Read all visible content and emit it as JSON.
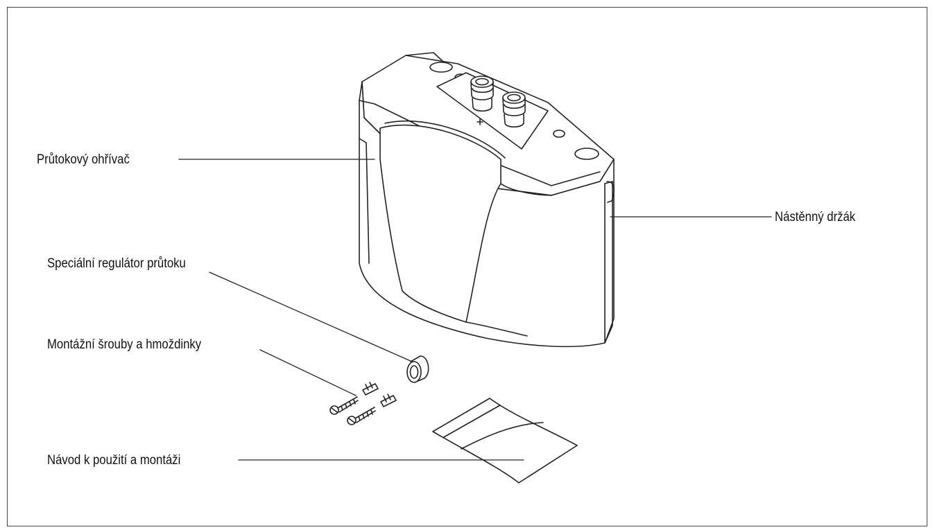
{
  "labels": {
    "heater": "Průtokový ohřívač",
    "wall_bracket": "Nástěnný držák",
    "flow_regulator": "Speciální regulátor průtoku",
    "screws": "Montážní šrouby a hmoždinky",
    "manual": "Návod k použití a montáži"
  },
  "colors": {
    "line": "#222222",
    "frame": "#444444",
    "background": "#ffffff"
  }
}
